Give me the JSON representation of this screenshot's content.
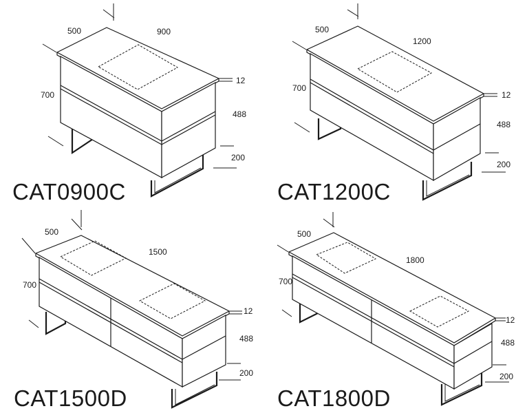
{
  "models": [
    {
      "title": "CAT0900C",
      "dims": {
        "depth": "500",
        "width": "900",
        "top": "12",
        "height": "700",
        "cabinet": "488",
        "leg": "200"
      }
    },
    {
      "title": "CAT1200C",
      "dims": {
        "depth": "500",
        "width": "1200",
        "top": "12",
        "height": "700",
        "cabinet": "488",
        "leg": "200"
      }
    },
    {
      "title": "CAT1500D",
      "dims": {
        "depth": "500",
        "width": "1500",
        "top": "12",
        "height": "700",
        "cabinet": "488",
        "leg": "200"
      }
    },
    {
      "title": "CAT1800D",
      "dims": {
        "depth": "500",
        "width": "1800",
        "top": "12",
        "height": "700",
        "cabinet": "488",
        "leg": "200"
      }
    }
  ]
}
